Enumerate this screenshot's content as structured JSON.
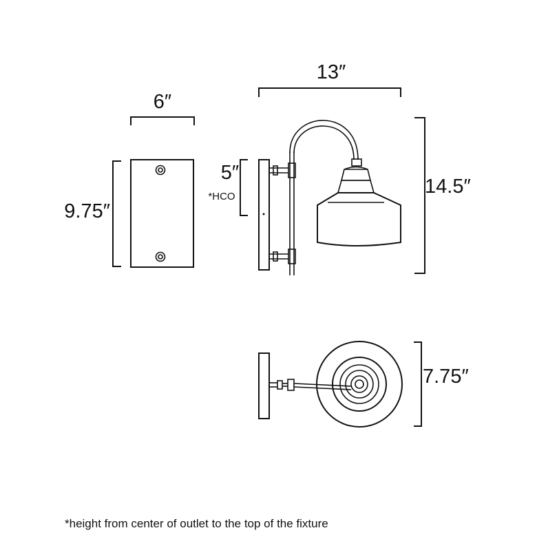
{
  "dimensions": {
    "backplate_width": "6″",
    "backplate_height": "9.75″",
    "overall_width": "13″",
    "overall_height": "14.5″",
    "hco_value": "5″",
    "hco_label": "*HCO",
    "shade_diameter": "7.75″"
  },
  "footnote": "*height from center of outlet to the top of the fixture"
}
